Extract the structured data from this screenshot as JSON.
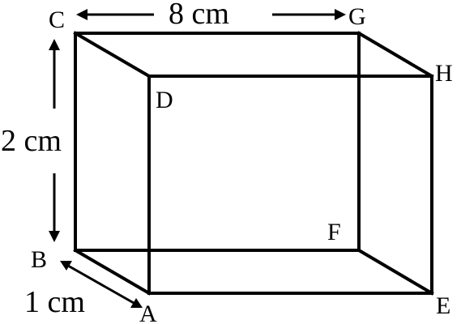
{
  "figure": {
    "vertices": {
      "a": "A",
      "b": "B",
      "c": "C",
      "d": "D",
      "e": "E",
      "f": "F",
      "g": "G",
      "h": "H"
    },
    "dimensions": {
      "length": "8 cm",
      "height": "2 cm",
      "width": "1 cm"
    }
  },
  "colors": {
    "line": "#000000",
    "background": "#ffffff"
  }
}
